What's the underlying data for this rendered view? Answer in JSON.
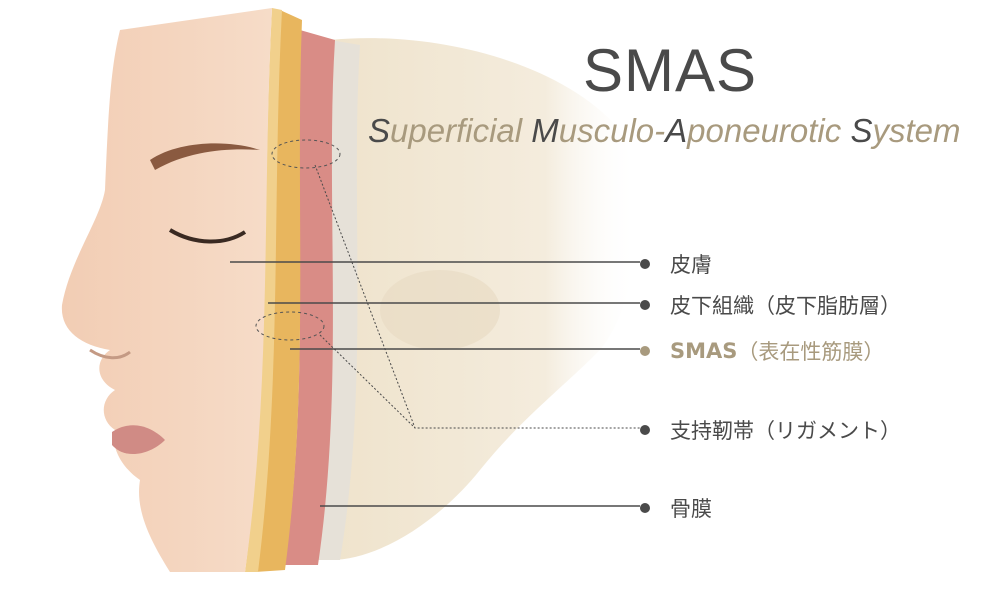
{
  "title": "SMAS",
  "subtitle": {
    "parts": [
      {
        "cap": "S",
        "rest": "uperficial "
      },
      {
        "cap": "M",
        "rest": "usculo-"
      },
      {
        "cap": "A",
        "rest": "poneurotic "
      },
      {
        "cap": "S",
        "rest": "ystem"
      }
    ]
  },
  "labels": [
    {
      "text": "皮膚"
    },
    {
      "text": "皮下組織（皮下脂肪層）"
    },
    {
      "strong": "SMAS",
      "text": "（表在性筋膜）"
    },
    {
      "text": "支持靭帯（リガメント）"
    },
    {
      "text": "骨膜"
    }
  ],
  "colors": {
    "text": "#4a4a4a",
    "accent": "#a89a7e"
  }
}
